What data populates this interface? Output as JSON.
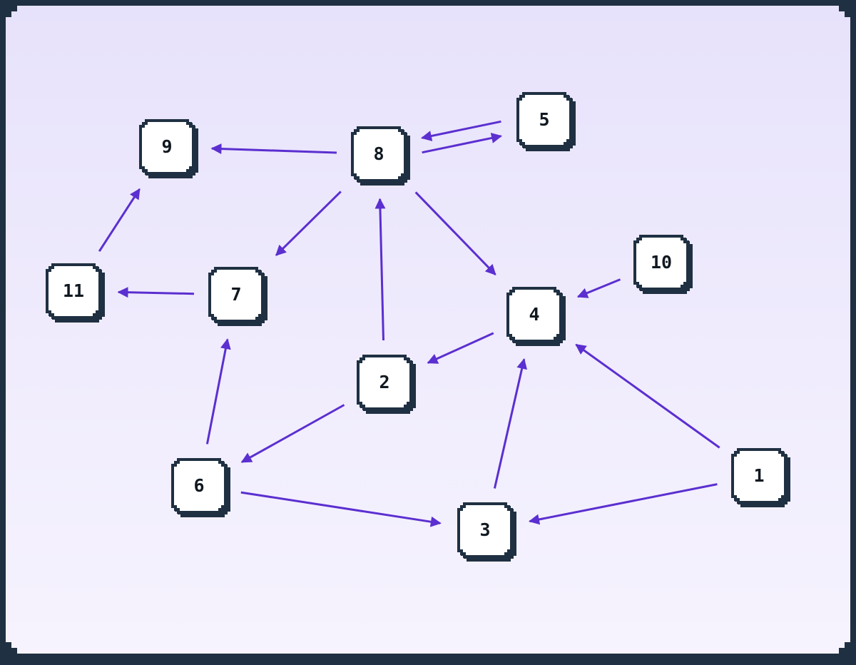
{
  "colors": {
    "frame": "#1f3042",
    "edge": "#5b2fd0",
    "node_fill": "#ffffff",
    "node_border": "#1f3042"
  },
  "nodes": [
    {
      "id": "1",
      "label": "1"
    },
    {
      "id": "2",
      "label": "2"
    },
    {
      "id": "3",
      "label": "3"
    },
    {
      "id": "4",
      "label": "4"
    },
    {
      "id": "5",
      "label": "5"
    },
    {
      "id": "6",
      "label": "6"
    },
    {
      "id": "7",
      "label": "7"
    },
    {
      "id": "8",
      "label": "8"
    },
    {
      "id": "9",
      "label": "9"
    },
    {
      "id": "10",
      "label": "10"
    },
    {
      "id": "11",
      "label": "11"
    }
  ],
  "edges": [
    {
      "from": "8",
      "to": "9"
    },
    {
      "from": "5",
      "to": "8"
    },
    {
      "from": "8",
      "to": "5"
    },
    {
      "from": "8",
      "to": "7"
    },
    {
      "from": "8",
      "to": "4"
    },
    {
      "from": "2",
      "to": "8"
    },
    {
      "from": "11",
      "to": "9"
    },
    {
      "from": "7",
      "to": "11"
    },
    {
      "from": "10",
      "to": "4"
    },
    {
      "from": "4",
      "to": "2"
    },
    {
      "from": "1",
      "to": "4"
    },
    {
      "from": "3",
      "to": "4"
    },
    {
      "from": "2",
      "to": "6"
    },
    {
      "from": "6",
      "to": "7"
    },
    {
      "from": "6",
      "to": "3"
    },
    {
      "from": "1",
      "to": "3"
    }
  ]
}
